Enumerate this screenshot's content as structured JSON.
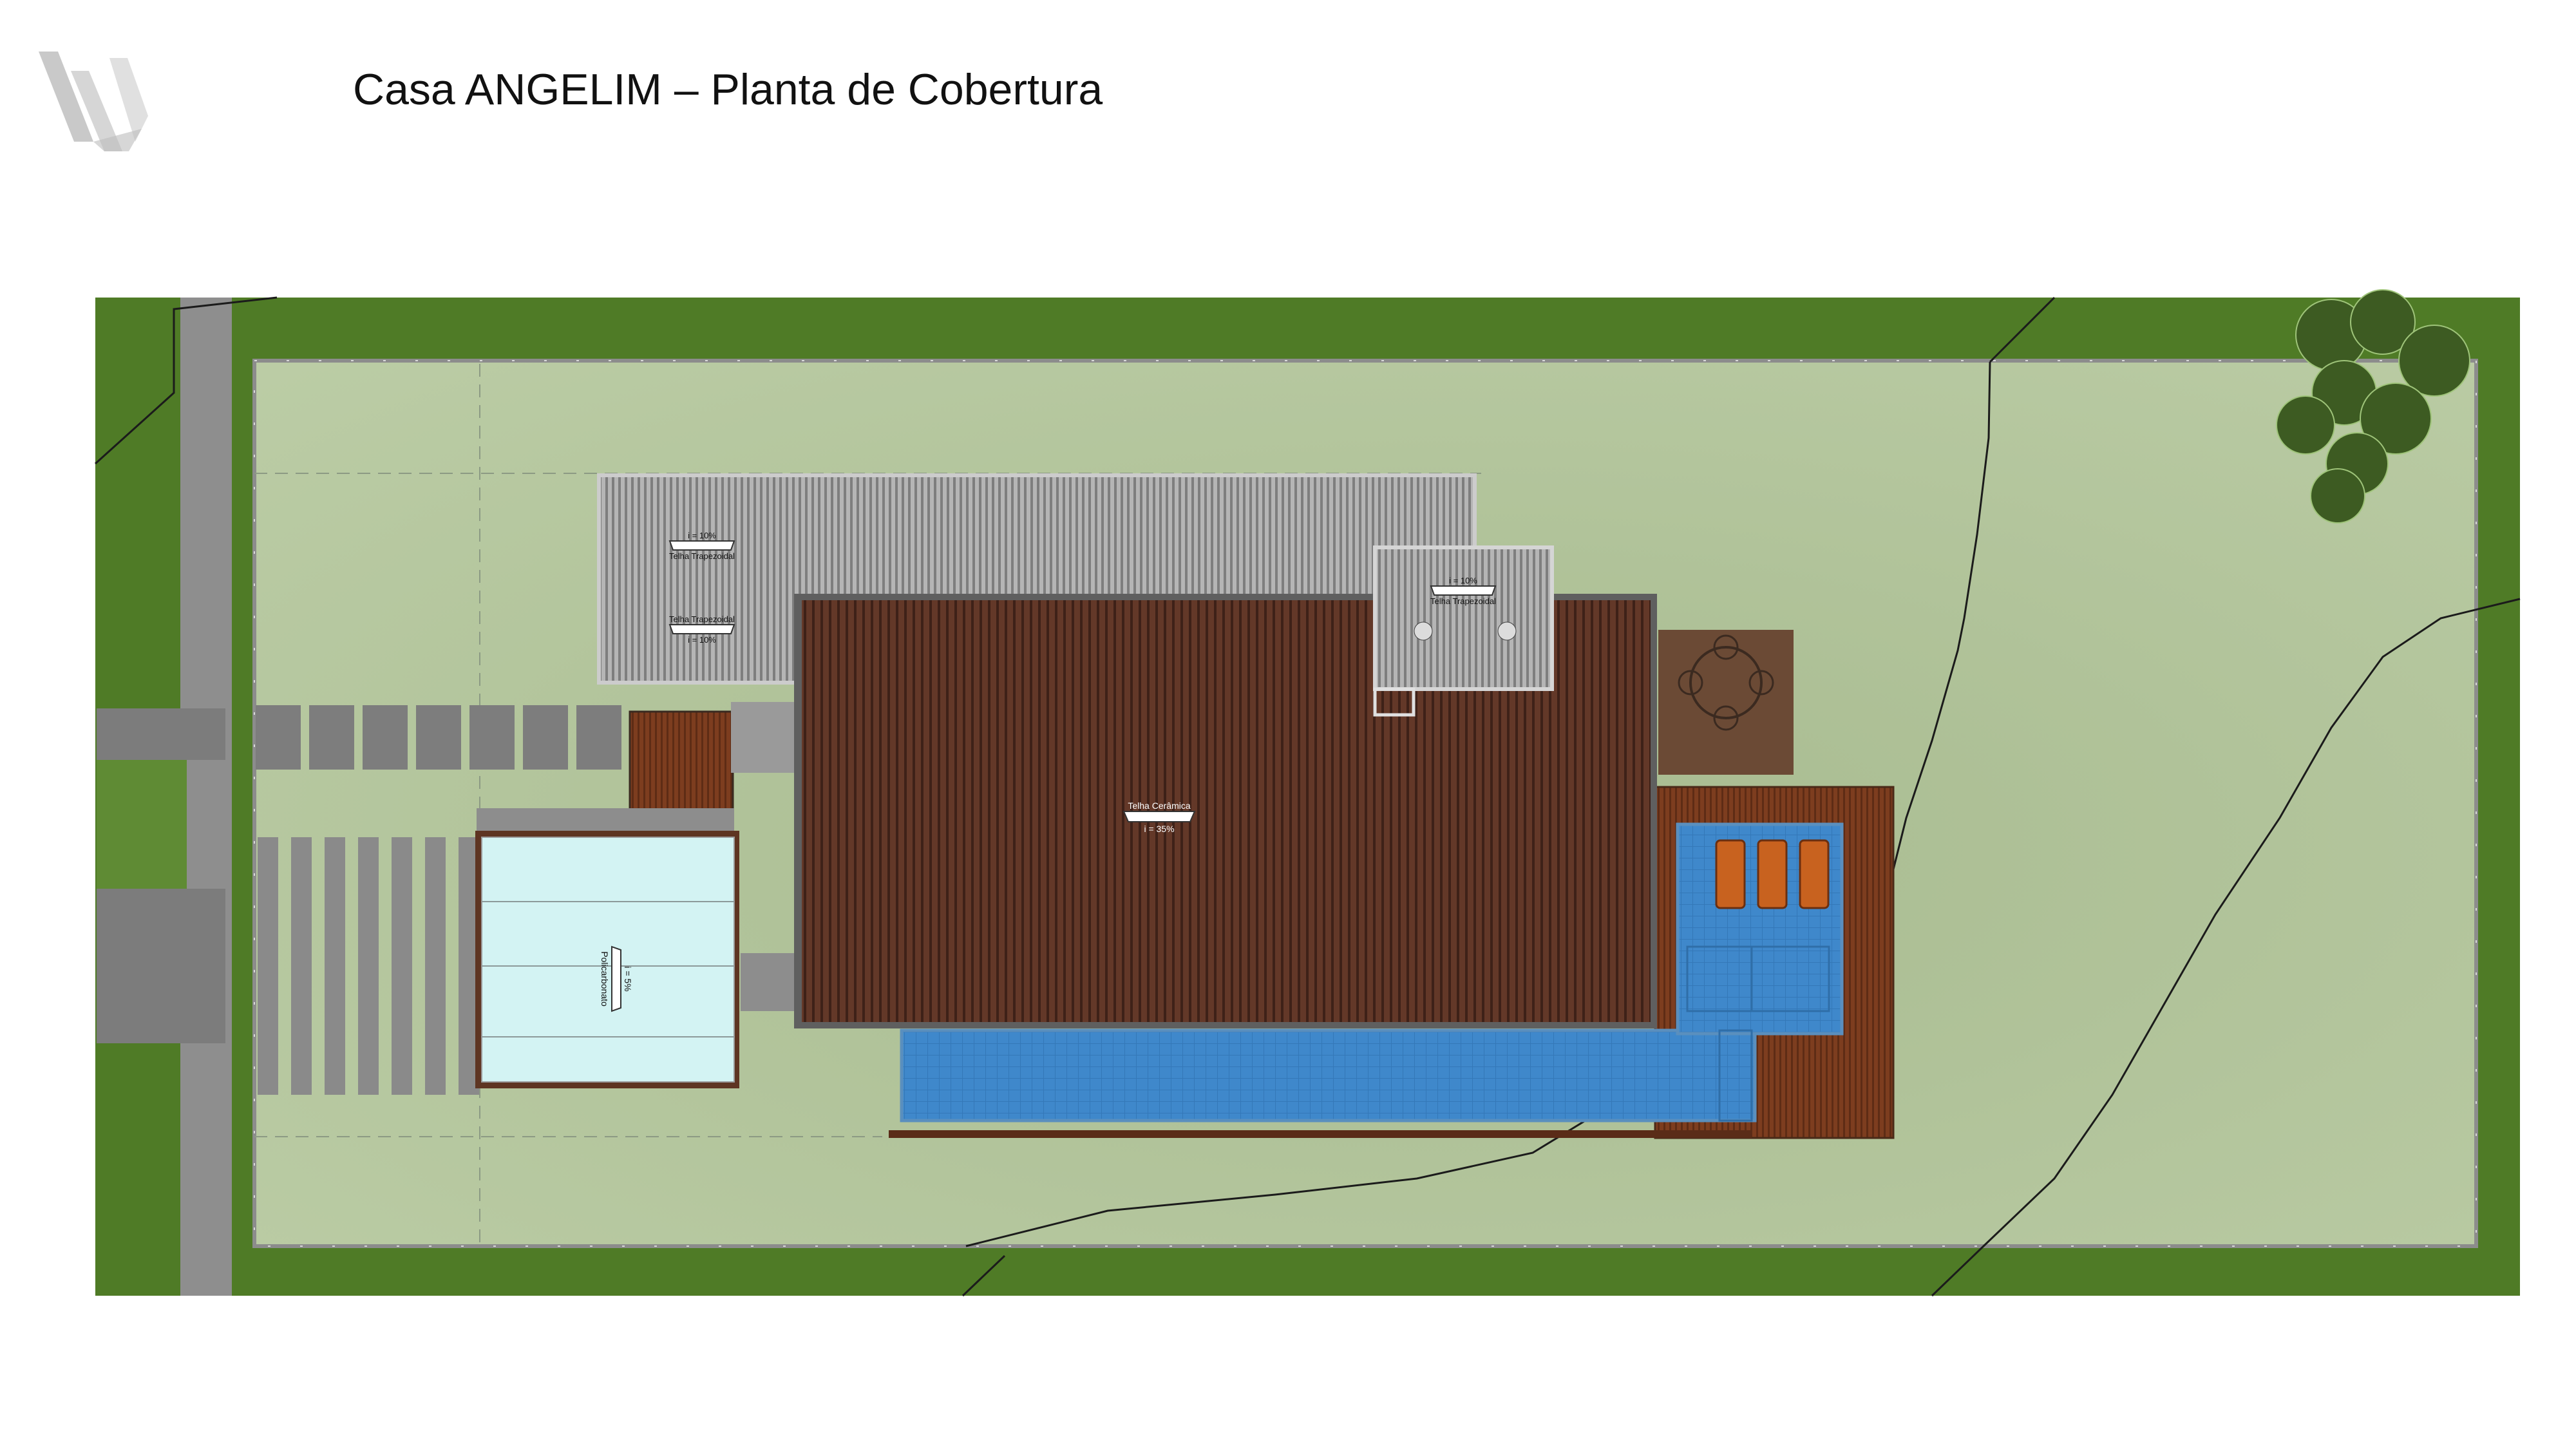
{
  "header": {
    "title": "Casa ANGELIM – Planta de Cobertura"
  },
  "logo": {
    "icon": "w-monogram-logo"
  },
  "roof_labels": {
    "main_roof": [
      "Telha Cerâmica",
      "i = 35%"
    ],
    "metal_roof_upper": [
      "i = 10%",
      "Telha Trapezoidal"
    ],
    "metal_roof_lower": [
      "Telha Trapezoidal",
      "i = 10%"
    ],
    "small_roof": [
      "i = 10%",
      "Telha Trapezoidal"
    ],
    "garage_roof": [
      "i = 5%",
      "Policarbonato"
    ]
  },
  "colors": {
    "lawn_border": "#4e7a25",
    "lot_ground": "#b2c39a",
    "road": "#8f8f8f",
    "metal_roof": "#a7a7a7",
    "clay_roof": "#5a3226",
    "wood_deck": "#7a3a1e",
    "pool": "#3c86c9",
    "polycarbonate": "#d2f3f3",
    "paving": "#7d7d7d"
  }
}
